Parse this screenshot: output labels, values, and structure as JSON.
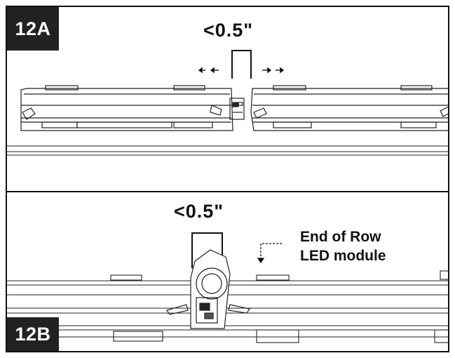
{
  "panel_a": {
    "label": "12A",
    "gap_text": "<0.5\""
  },
  "panel_b": {
    "label": "12B",
    "gap_text": "<0.5\"",
    "callout_line1": "End of Row",
    "callout_line2": "LED module"
  }
}
